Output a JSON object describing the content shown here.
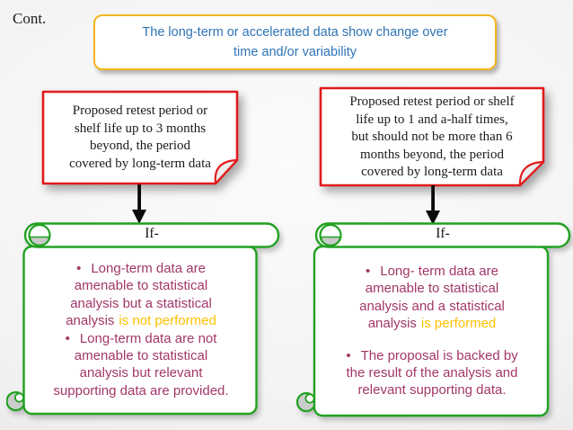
{
  "slide": {
    "continuation_label": "Cont.",
    "bullet_char": "•"
  },
  "colors": {
    "accent_red": "#E21B1C",
    "accent_green": "#21A121",
    "accent_gold": "#F2B51D",
    "title_blue": "#2E74B5",
    "bullet_purple": "#A23768",
    "highlight_yellow": "#FFC000"
  },
  "title_box": {
    "line1": "The long-term or accelerated data show change over",
    "line2": "time and/or variability"
  },
  "red_box_left": {
    "lines": [
      "Proposed retest period or",
      "shelf life up to 3 months",
      "beyond, the period",
      "covered by long-term data"
    ]
  },
  "red_box_right": {
    "lines": [
      "Proposed retest period or shelf",
      "life up to 1 and a-half times,",
      "but should not be more than 6",
      "months beyond, the period",
      "covered by long-term data"
    ]
  },
  "scroll_left": {
    "header": "If-",
    "bullet1": {
      "line1": "Long-term data are",
      "line2": "amenable to statistical",
      "line3": "analysis but a statistical",
      "line4_normal": "analysis",
      "line4_highlight": "is not performed"
    },
    "bullet2": {
      "line1": "Long-term data are not",
      "line2": "amenable to statistical",
      "line3": "analysis but relevant",
      "line4": "supporting data are provided."
    }
  },
  "scroll_right": {
    "header": "If-",
    "bullet1": {
      "line1": "Long- term data are",
      "line2": "amenable to statistical",
      "line3": "analysis and a statistical",
      "line4_normal": "analysis",
      "line4_highlight": "is performed"
    },
    "bullet2": {
      "line1": "The proposal is backed by",
      "line2": "the result of the analysis and",
      "line3": "relevant supporting data."
    }
  }
}
